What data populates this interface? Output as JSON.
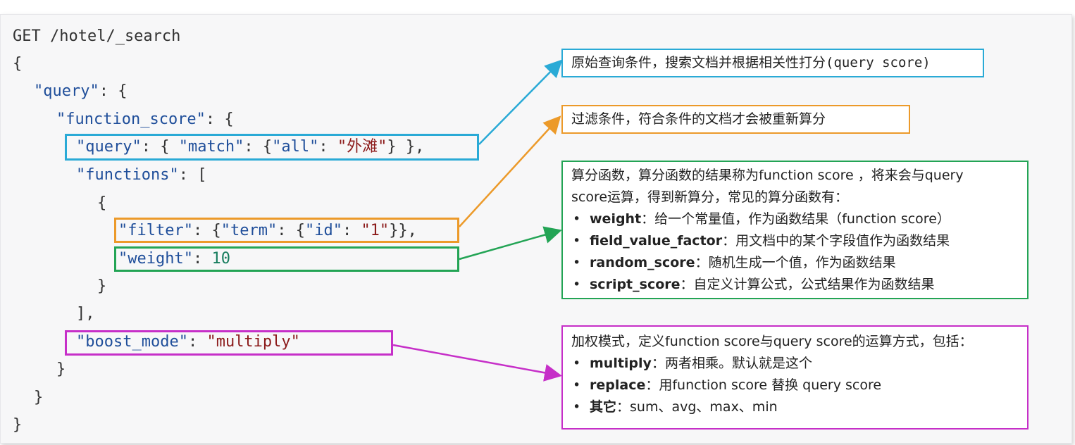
{
  "colors": {
    "query": "#2aaad6",
    "filter": "#ec9a2a",
    "weight": "#23a455",
    "boost": "#c62fc8"
  },
  "code": {
    "line1": "GET /hotel/_search",
    "open_brace": "{",
    "query_key": "\"query\"",
    "function_score_key": "\"function_score\"",
    "inner_query_key": "\"query\"",
    "match_key": "\"match\"",
    "all_key": "\"all\"",
    "all_value": "\"外滩\"",
    "functions_key": "\"functions\"",
    "filter_key": "\"filter\"",
    "term_key": "\"term\"",
    "id_key": "\"id\"",
    "id_value": "\"1\"",
    "weight_key": "\"weight\"",
    "weight_value": "10",
    "boost_mode_key": "\"boost_mode\"",
    "boost_mode_value": "\"multiply\"",
    "close_brace": "}"
  },
  "notes": {
    "query_note": {
      "text": "原始查询条件，搜索文档并根据相关性打分",
      "mono": "(query score)"
    },
    "filter_note": {
      "text": "过滤条件，符合条件的文档才会被重新算分"
    },
    "functions_note": {
      "intro_line1": "算分函数，算分函数的结果称为function score ，将来会与query",
      "intro_line2": "score运算，得到新算分，常见的算分函数有：",
      "items": [
        {
          "term": "weight",
          "desc": "：给一个常量值，作为函数结果（function score）"
        },
        {
          "term": "field_value_factor",
          "desc": "：用文档中的某个字段值作为函数结果"
        },
        {
          "term": "random_score",
          "desc": "：随机生成一个值，作为函数结果"
        },
        {
          "term": "script_score",
          "desc": "：自定义计算公式，公式结果作为函数结果"
        }
      ]
    },
    "boost_note": {
      "intro": "加权模式，定义function score与query score的运算方式，包括：",
      "items": [
        {
          "term": "multiply",
          "desc": "：两者相乘。默认就是这个"
        },
        {
          "term": "replace",
          "desc": "：用function score 替换 query score"
        },
        {
          "term": "其它",
          "desc": "：sum、avg、max、min"
        }
      ]
    }
  }
}
